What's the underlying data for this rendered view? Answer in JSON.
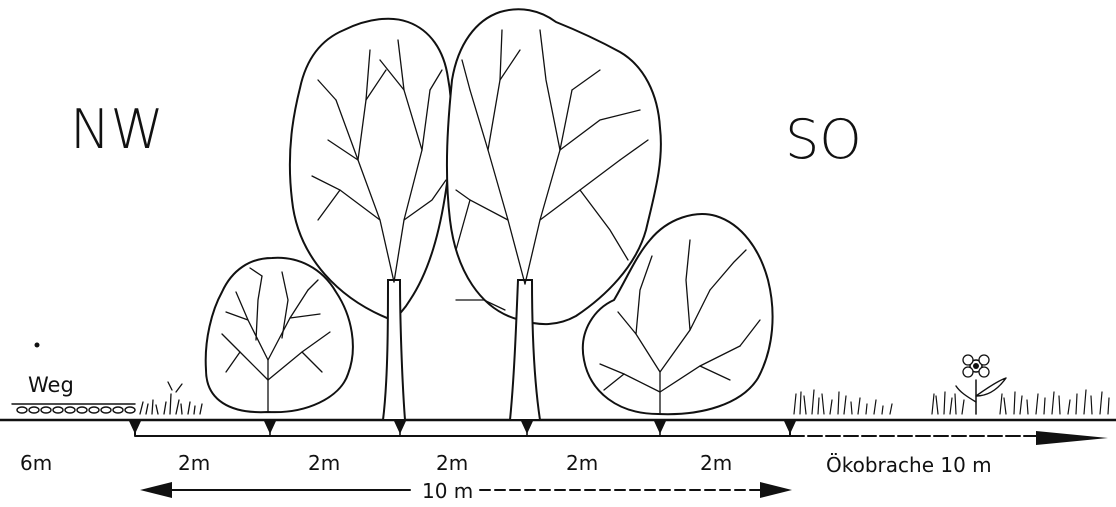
{
  "directions": {
    "left": "NW",
    "right": "SO"
  },
  "path_label": "Weg",
  "path_width": "6m",
  "segments": [
    "2m",
    "2m",
    "2m",
    "2m",
    "2m"
  ],
  "total_width": "10 m",
  "fallow_label": "Ökobrache 10 m"
}
